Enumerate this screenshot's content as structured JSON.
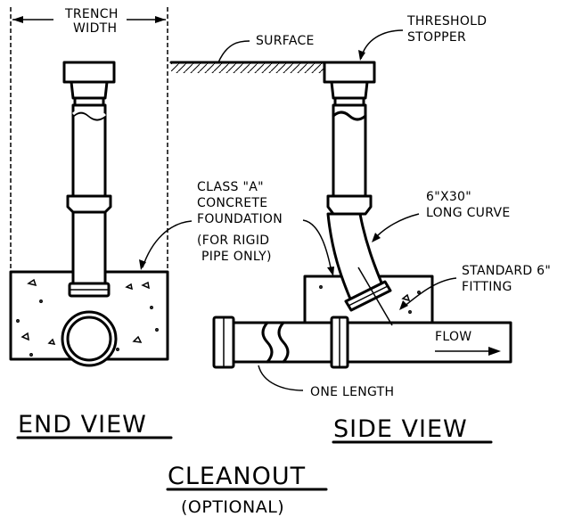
{
  "labels": {
    "trench_width_1": "TRENCH",
    "trench_width_2": "WIDTH",
    "surface": "SURFACE",
    "threshold_1": "THRESHOLD",
    "threshold_2": "STOPPER",
    "class_1": "CLASS \"A\"",
    "class_2": "CONCRETE",
    "class_3": "FOUNDATION",
    "class_4": "(FOR RIGID",
    "class_5": "PIPE ONLY)",
    "curve_1": "6\"X30\"",
    "curve_2": "LONG CURVE",
    "fitting_1": "STANDARD 6\"",
    "fitting_2": "FITTING",
    "flow": "FLOW",
    "one_length": "ONE LENGTH"
  },
  "titles": {
    "end_view": "END VIEW",
    "side_view": "SIDE VIEW",
    "cleanout": "CLEANOUT",
    "optional": "(OPTIONAL)"
  }
}
